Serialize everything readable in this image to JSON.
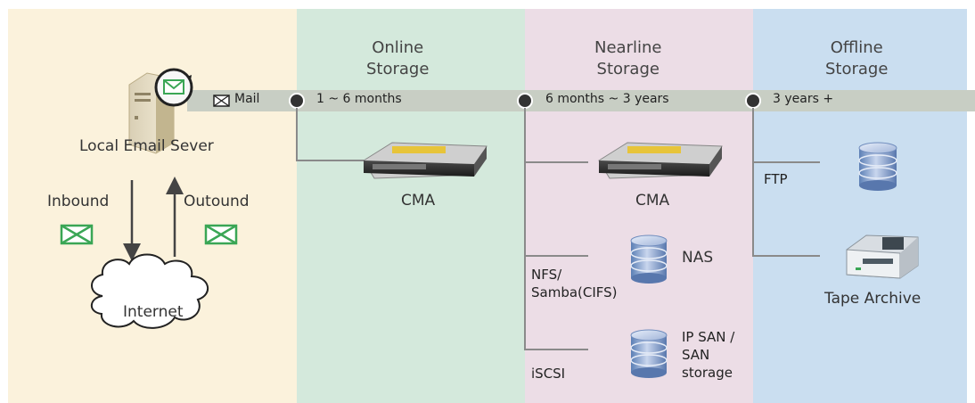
{
  "panels": {
    "online": {
      "title_line1": "Online",
      "title_line2": "Storage"
    },
    "nearline": {
      "title_line1": "Nearline",
      "title_line2": "Storage"
    },
    "offline": {
      "title_line1": "Offline",
      "title_line2": "Storage"
    }
  },
  "local": {
    "server_label": "Local Email Sever",
    "mail_label": "Mail",
    "inbound_label": "Inbound",
    "outbound_label": "Outound",
    "internet_label": "Internet"
  },
  "timeline": {
    "online": "1 ~ 6 months",
    "nearline": "6 months ~ 3 years",
    "offline": "3 years +"
  },
  "online_devices": {
    "cma_label": "CMA"
  },
  "nearline_devices": {
    "cma_label": "CMA",
    "nas_label": "NAS",
    "nfs_label_line1": "NFS/",
    "nfs_label_line2": "Samba(CIFS)",
    "san_label_line1": "IP SAN /",
    "san_label_line2": "SAN",
    "san_label_line3": "storage",
    "iscsi_label": "iSCSI"
  },
  "offline_devices": {
    "ftp_label": "FTP",
    "tape_label": "Tape Archive"
  },
  "colors": {
    "local_bg": "#fbf2dc",
    "online_bg": "#d4e9dc",
    "nearline_bg": "#ecdde6",
    "offline_bg": "#cadef0",
    "envelope_green": "#3aa655",
    "timeline_bar": "#c8cec4"
  }
}
